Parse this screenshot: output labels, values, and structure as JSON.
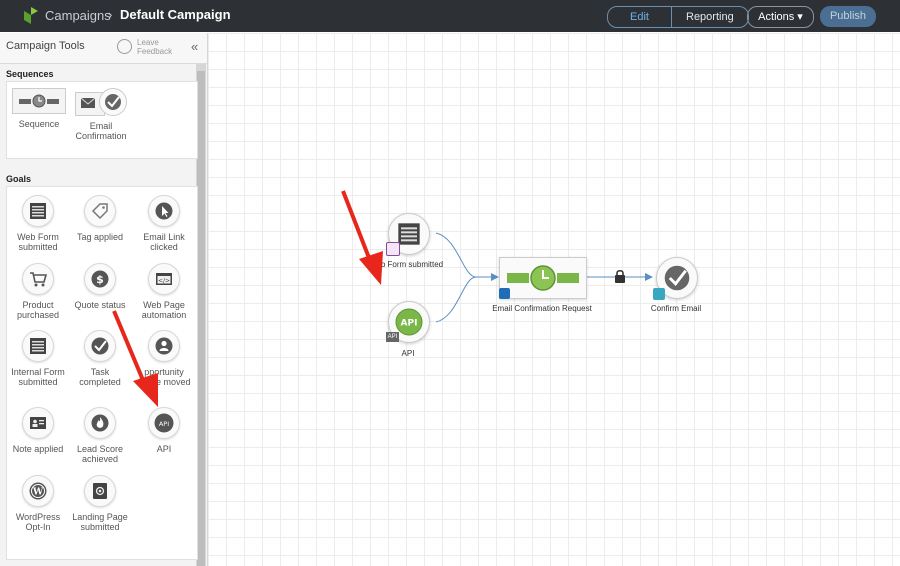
{
  "header": {
    "breadcrumb": "Campaigns",
    "separator": "›",
    "title": "Default Campaign",
    "tabs": [
      {
        "label": "Edit",
        "active": true
      },
      {
        "label": "Reporting",
        "active": false
      }
    ],
    "actions_label": "Actions ▾",
    "publish_label": "Publish"
  },
  "sidebar": {
    "title": "Campaign Tools",
    "feedback": "Leave Feedback",
    "collapse_icon": "«",
    "sections": {
      "sequences": {
        "label": "Sequences",
        "items": [
          {
            "label": "Sequence"
          },
          {
            "label": "Email Confirmation"
          }
        ]
      },
      "goals": {
        "label": "Goals",
        "items": [
          {
            "label": "Web Form submitted"
          },
          {
            "label": "Tag applied"
          },
          {
            "label": "Email Link clicked"
          },
          {
            "label": "Product purchased"
          },
          {
            "label": "Quote status"
          },
          {
            "label": "Web Page automation"
          },
          {
            "label": "Internal Form submitted"
          },
          {
            "label": "Task completed"
          },
          {
            "label": "pportunity Stage moved"
          },
          {
            "label": "Note applied"
          },
          {
            "label": "Lead Score achieved"
          },
          {
            "label": "API"
          },
          {
            "label": "WordPress Opt-In"
          },
          {
            "label": "Landing Page submitted"
          }
        ]
      }
    }
  },
  "canvas": {
    "nodes": {
      "webform": {
        "label": "b Form submitted"
      },
      "api": {
        "label": "API",
        "badge": "API"
      },
      "sequence": {
        "label": "Email Confirmation Request"
      },
      "confirm": {
        "label": "Confirm Email"
      }
    }
  },
  "colors": {
    "accent": "#4a6f93",
    "arrow": "#e8271c",
    "green": "#7ab648",
    "topbar": "#2d3035"
  }
}
